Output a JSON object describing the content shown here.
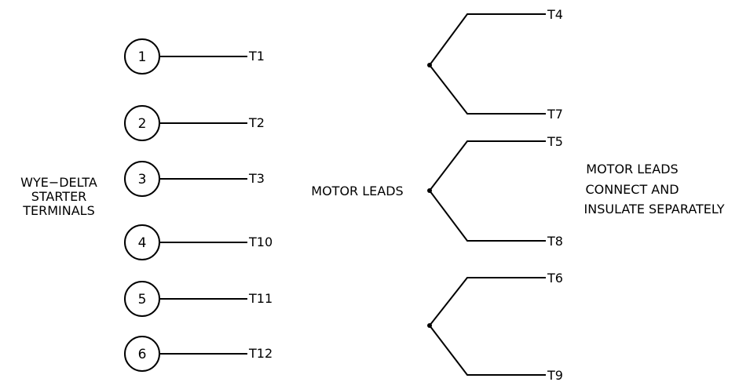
{
  "starter": {
    "label_lines": [
      "WYE−DELTA",
      "STARTER",
      "TERMINALS"
    ],
    "terminals": [
      {
        "number": "1",
        "lead": "T1"
      },
      {
        "number": "2",
        "lead": "T2"
      },
      {
        "number": "3",
        "lead": "T3"
      },
      {
        "number": "4",
        "lead": "T10"
      },
      {
        "number": "5",
        "lead": "T11"
      },
      {
        "number": "6",
        "lead": "T12"
      }
    ]
  },
  "motor": {
    "label": "MOTOR LEADS",
    "groups": [
      {
        "top": "T4",
        "bottom": "T7"
      },
      {
        "top": "T5",
        "bottom": "T8"
      },
      {
        "top": "T6",
        "bottom": "T9"
      }
    ],
    "note_lines": [
      "MOTOR LEADS",
      "CONNECT AND",
      "INSULATE SEPARATELY"
    ]
  },
  "colors": {
    "line": "#000000",
    "background": "#ffffff"
  }
}
